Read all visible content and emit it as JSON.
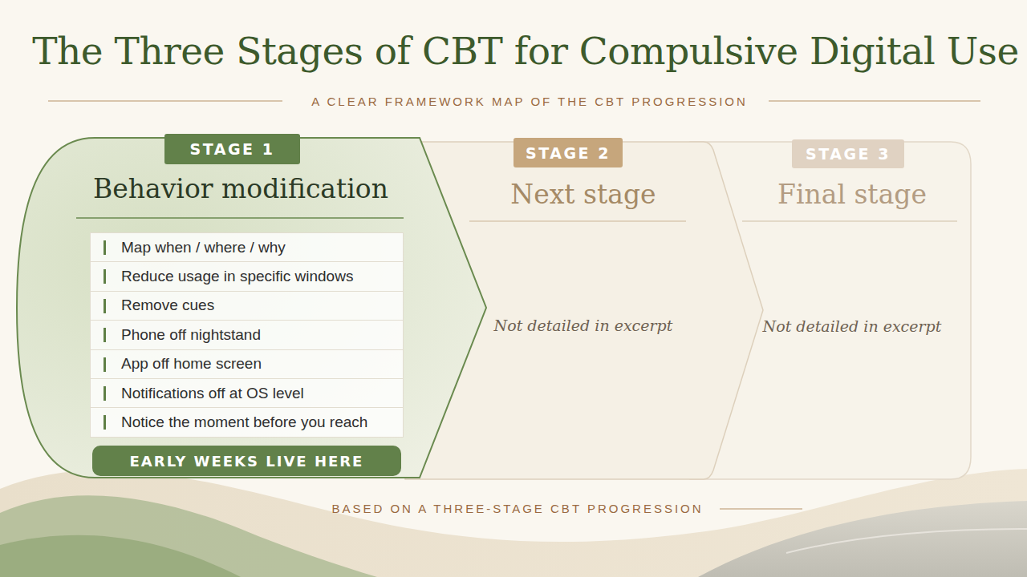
{
  "diagram": {
    "title": "The Three Stages of CBT for Compulsive Digital Use",
    "caption": "BASED ON A THREE-STAGE CBT PROGRESSION",
    "nodes": [
      {
        "text": [
          "STAGE 1",
          "Behavior modification"
        ]
      },
      {
        "text": [
          "Map when / where / why"
        ],
        "in": 0
      },
      {
        "text": [
          "Reduce usage in specific windows"
        ],
        "in": 0
      },
      {
        "text": [
          "Remove cues"
        ],
        "in": 0
      },
      {
        "text": [
          "Phone off nightstand"
        ],
        "in": 0
      },
      {
        "text": [
          "App off home screen"
        ],
        "in": 0
      },
      {
        "text": [
          "Notifications off at OS level"
        ],
        "in": 0
      },
      {
        "text": [
          "Notice the moment before you reach"
        ],
        "in": 0
      },
      {
        "text": [
          "EARLY WEEKS LIVE HERE"
        ],
        "in": 0
      },
      {
        "text": [
          "STAGE 2",
          "Next stage",
          "Not detailed in excerpt"
        ]
      },
      {
        "text": [
          "STAGE 3",
          "Final stage",
          "Not detailed in excerpt"
        ]
      }
    ],
    "labels": [
      "A CLEAR FRAMEWORK MAP OF THE CBT PROGRESSION"
    ]
  }
}
